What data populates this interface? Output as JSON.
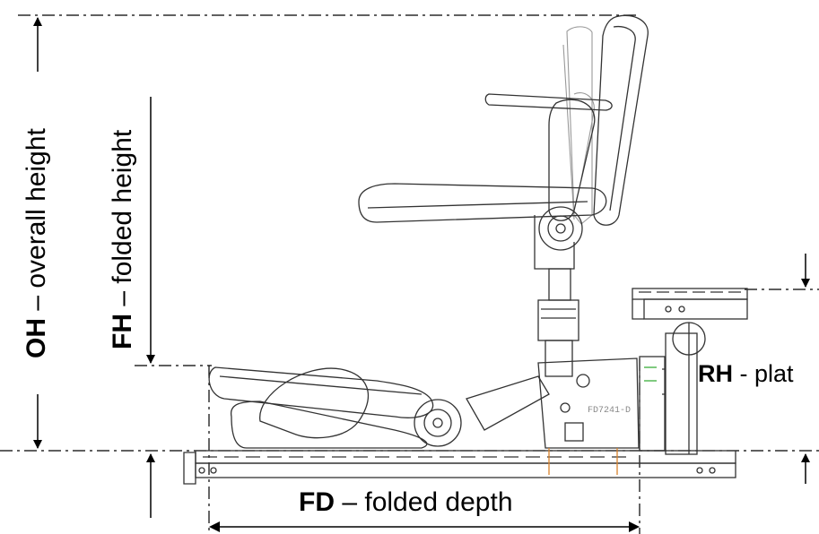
{
  "labels": {
    "oh_abbr": "OH",
    "oh_text": " – overall height",
    "fh_abbr": "FH",
    "fh_text": " – folded height",
    "rh_abbr": "RH",
    "rh_text": " -  plat",
    "fd_abbr": "FD",
    "fd_text": " – folded depth"
  },
  "drawing_code": "FD7241-D"
}
